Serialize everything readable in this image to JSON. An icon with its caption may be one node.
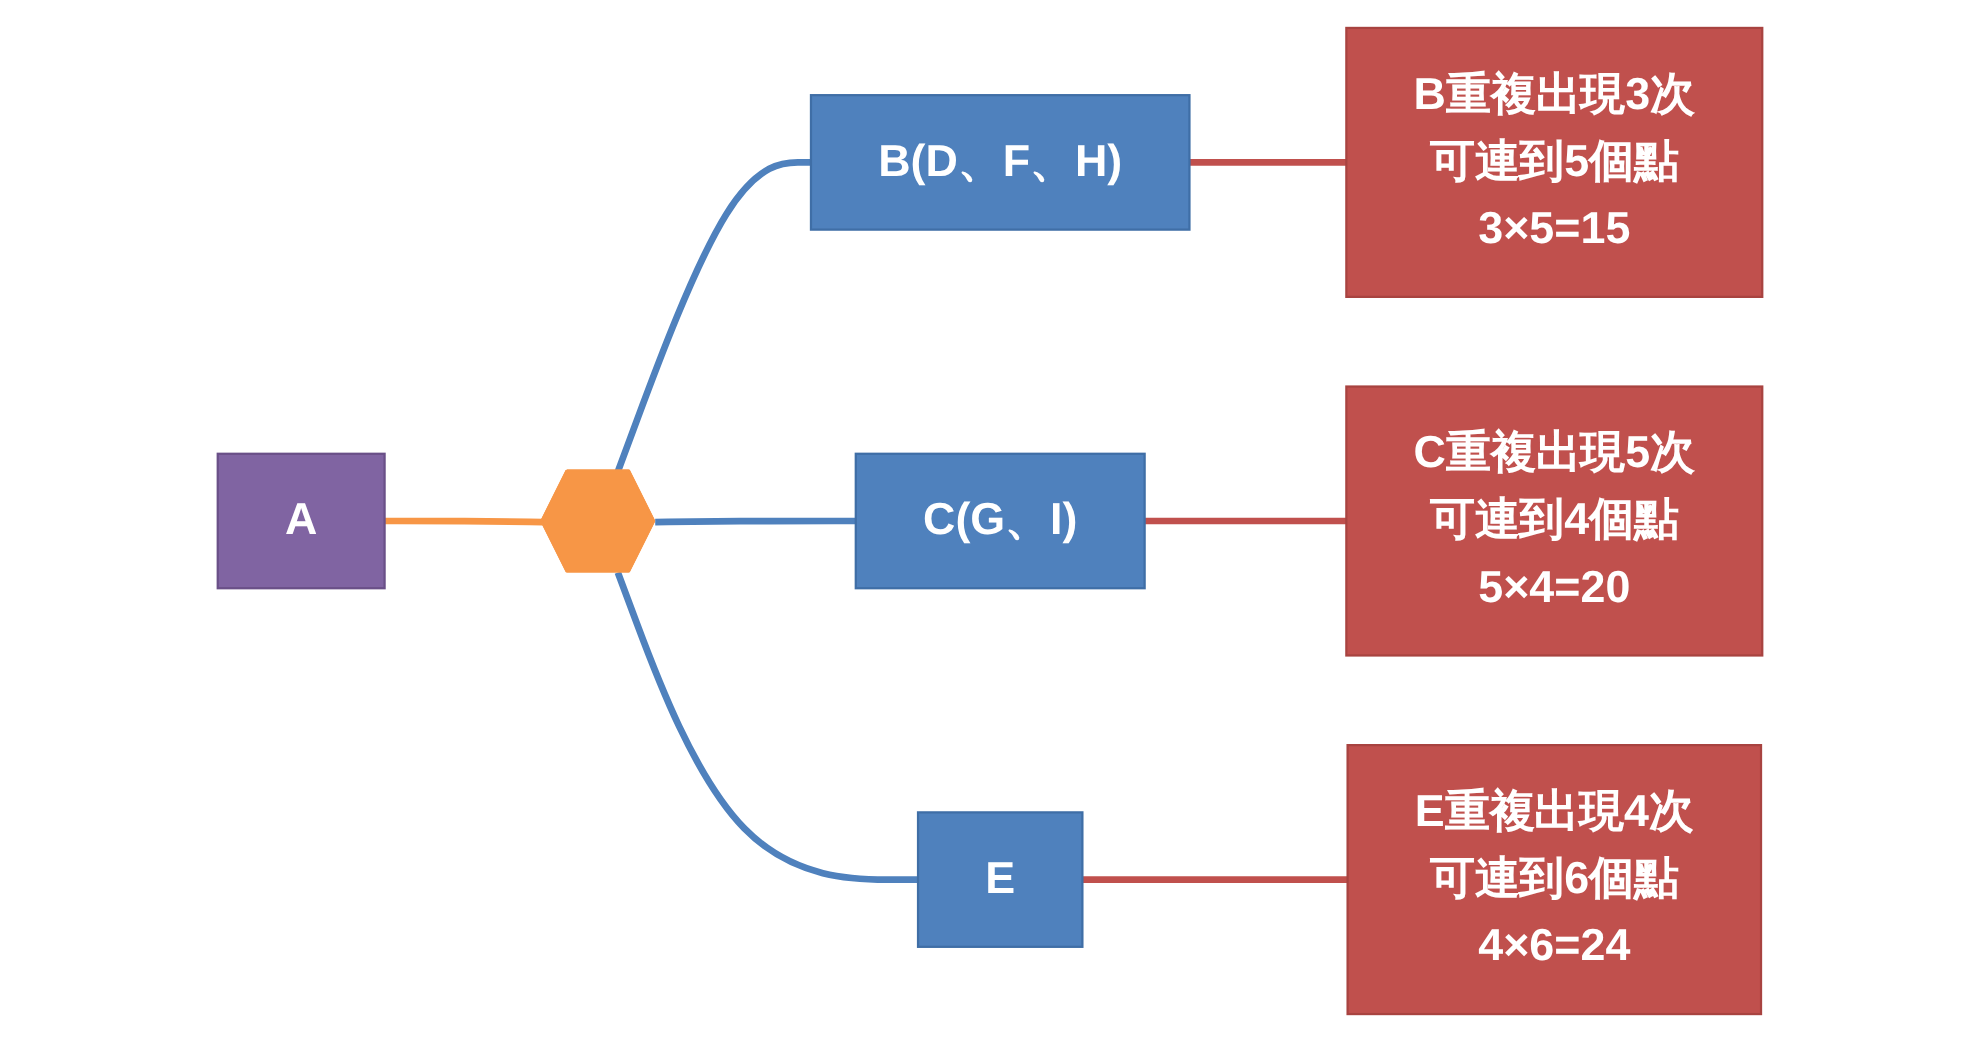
{
  "diagram": {
    "nodes": [
      {
        "text": [
          "A"
        ]
      },
      {
        "text": [],
        "shape": "arrow"
      },
      {
        "text": [
          "B(D、F、H)"
        ]
      },
      {
        "text": [
          "C(G、I)"
        ]
      },
      {
        "text": [
          "E"
        ]
      },
      {
        "text": [
          "B重複出現3次",
          "可連到5個點",
          "3×5=15"
        ]
      },
      {
        "text": [
          "C重複出現5次",
          "可連到4個點",
          "5×4=20"
        ]
      },
      {
        "text": [
          "E重複出現4次",
          "可連到6個點",
          "4×6=24"
        ]
      }
    ],
    "edges": [
      {
        "from": 0,
        "to": 1,
        "arrow": "none",
        "color": "#f79646"
      },
      {
        "from": 1,
        "to": 2,
        "arrow": "none",
        "color": "#4f81bd"
      },
      {
        "from": 1,
        "to": 3,
        "arrow": "none",
        "color": "#4f81bd"
      },
      {
        "from": 1,
        "to": 4,
        "arrow": "none",
        "color": "#4f81bd"
      },
      {
        "from": 2,
        "to": 5,
        "arrow": "none",
        "color": "#c0504d"
      },
      {
        "from": 3,
        "to": 6,
        "arrow": "none",
        "color": "#c0504d"
      },
      {
        "from": 4,
        "to": 7,
        "arrow": "none",
        "color": "#c0504d"
      }
    ]
  }
}
